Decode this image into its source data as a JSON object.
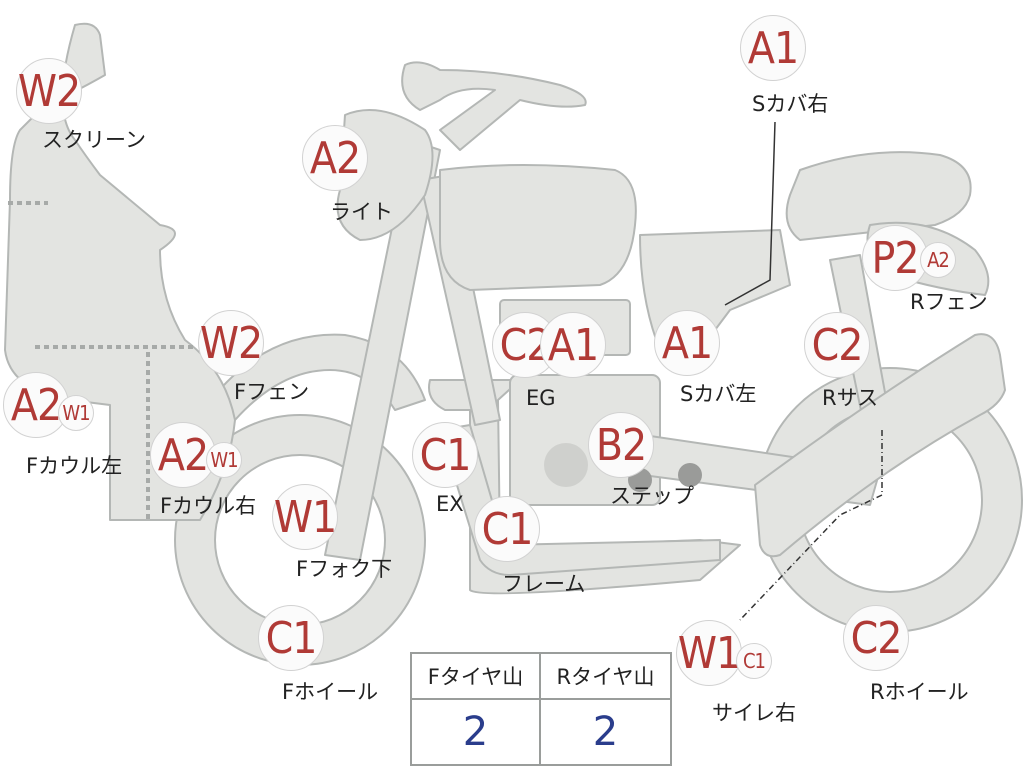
{
  "markers": [
    {
      "id": "screen",
      "badges": [
        "W2"
      ],
      "label": "スクリーン"
    },
    {
      "id": "light",
      "badges": [
        "A2"
      ],
      "label": "ライト"
    },
    {
      "id": "s-cover-right",
      "badges": [
        "A1"
      ],
      "label": "Sカバ右"
    },
    {
      "id": "r-fender",
      "badges": [
        "P2",
        "A2"
      ],
      "label": "Rフェン"
    },
    {
      "id": "f-fender",
      "badges": [
        "W2"
      ],
      "label": "Fフェン"
    },
    {
      "id": "engine",
      "badges": [
        "C2",
        "A1"
      ],
      "label": "EG"
    },
    {
      "id": "s-cover-left",
      "badges": [
        "A1"
      ],
      "label": "Sカバ左"
    },
    {
      "id": "r-suspension",
      "badges": [
        "C2"
      ],
      "label": "Rサス"
    },
    {
      "id": "f-cowl-left",
      "badges": [
        "A2",
        "W1"
      ],
      "label": "Fカウル左"
    },
    {
      "id": "f-cowl-right",
      "badges": [
        "A2",
        "W1"
      ],
      "label": "Fカウル右"
    },
    {
      "id": "exhaust",
      "badges": [
        "C1"
      ],
      "label": "EX"
    },
    {
      "id": "step",
      "badges": [
        "B2"
      ],
      "label": "ステップ"
    },
    {
      "id": "f-fork-lower",
      "badges": [
        "W1"
      ],
      "label": "Fフォク下"
    },
    {
      "id": "frame",
      "badges": [
        "C1"
      ],
      "label": "フレーム"
    },
    {
      "id": "f-wheel",
      "badges": [
        "C1"
      ],
      "label": "Fホイール"
    },
    {
      "id": "muffler-right",
      "badges": [
        "W1",
        "C1"
      ],
      "label": "サイレ右"
    },
    {
      "id": "r-wheel",
      "badges": [
        "C2"
      ],
      "label": "Rホイール"
    }
  ],
  "tread_table": {
    "headers": [
      "Fタイヤ山",
      "Rタイヤ山"
    ],
    "values": [
      "2",
      "2"
    ]
  },
  "colors": {
    "badge_text": "#b03a36",
    "tread_value": "#2a3d8c",
    "part_fill": "#e3e4e1",
    "part_stroke": "#b4b7b5"
  }
}
